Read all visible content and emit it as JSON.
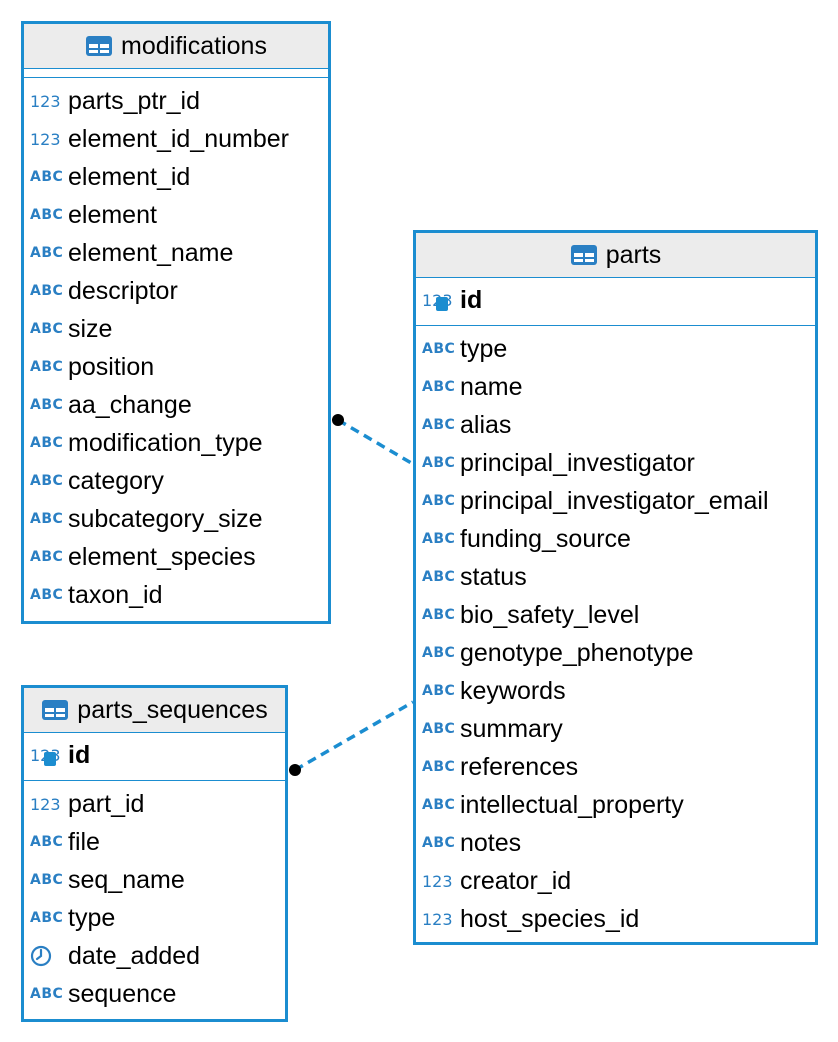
{
  "colors": {
    "border": "#1b8dd0",
    "header_bg": "#ececec",
    "icon": "#2a7fc3",
    "connector": "#1b8dd0"
  },
  "entities": {
    "modifications": {
      "title": "modifications",
      "pk": [],
      "fields": [
        {
          "name": "parts_ptr_id",
          "type": "number-icon",
          "icon_text": "123"
        },
        {
          "name": "element_id_number",
          "type": "number-icon",
          "icon_text": "123"
        },
        {
          "name": "element_id",
          "type": "text-icon",
          "icon_text": "ABC"
        },
        {
          "name": "element",
          "type": "text-icon",
          "icon_text": "ABC"
        },
        {
          "name": "element_name",
          "type": "text-icon",
          "icon_text": "ABC"
        },
        {
          "name": "descriptor",
          "type": "text-icon",
          "icon_text": "ABC"
        },
        {
          "name": "size",
          "type": "text-icon",
          "icon_text": "ABC"
        },
        {
          "name": "position",
          "type": "text-icon",
          "icon_text": "ABC"
        },
        {
          "name": "aa_change",
          "type": "text-icon",
          "icon_text": "ABC"
        },
        {
          "name": "modification_type",
          "type": "text-icon",
          "icon_text": "ABC"
        },
        {
          "name": "category",
          "type": "text-icon",
          "icon_text": "ABC"
        },
        {
          "name": "subcategory_size",
          "type": "text-icon",
          "icon_text": "ABC"
        },
        {
          "name": "element_species",
          "type": "text-icon",
          "icon_text": "ABC"
        },
        {
          "name": "taxon_id",
          "type": "text-icon",
          "icon_text": "ABC"
        }
      ]
    },
    "parts": {
      "title": "parts",
      "pk": [
        {
          "name": "id",
          "type": "primary-key-icon",
          "icon_text": "123"
        }
      ],
      "fields": [
        {
          "name": "type",
          "type": "text-icon",
          "icon_text": "ABC"
        },
        {
          "name": "name",
          "type": "text-icon",
          "icon_text": "ABC"
        },
        {
          "name": "alias",
          "type": "text-icon",
          "icon_text": "ABC"
        },
        {
          "name": "principal_investigator",
          "type": "text-icon",
          "icon_text": "ABC"
        },
        {
          "name": "principal_investigator_email",
          "type": "text-icon",
          "icon_text": "ABC"
        },
        {
          "name": "funding_source",
          "type": "text-icon",
          "icon_text": "ABC"
        },
        {
          "name": "status",
          "type": "text-icon",
          "icon_text": "ABC"
        },
        {
          "name": "bio_safety_level",
          "type": "text-icon",
          "icon_text": "ABC"
        },
        {
          "name": "genotype_phenotype",
          "type": "text-icon",
          "icon_text": "ABC"
        },
        {
          "name": "keywords",
          "type": "text-icon",
          "icon_text": "ABC"
        },
        {
          "name": "summary",
          "type": "text-icon",
          "icon_text": "ABC"
        },
        {
          "name": "references",
          "type": "text-icon",
          "icon_text": "ABC"
        },
        {
          "name": "intellectual_property",
          "type": "text-icon",
          "icon_text": "ABC"
        },
        {
          "name": "notes",
          "type": "text-icon",
          "icon_text": "ABC"
        },
        {
          "name": "creator_id",
          "type": "number-icon",
          "icon_text": "123"
        },
        {
          "name": "host_species_id",
          "type": "number-icon",
          "icon_text": "123"
        }
      ]
    },
    "parts_sequences": {
      "title": "parts_sequences",
      "pk": [
        {
          "name": "id",
          "type": "primary-key-icon",
          "icon_text": "123"
        }
      ],
      "fields": [
        {
          "name": "part_id",
          "type": "number-icon",
          "icon_text": "123"
        },
        {
          "name": "file",
          "type": "text-icon",
          "icon_text": "ABC"
        },
        {
          "name": "seq_name",
          "type": "text-icon",
          "icon_text": "ABC"
        },
        {
          "name": "type",
          "type": "text-icon",
          "icon_text": "ABC"
        },
        {
          "name": "date_added",
          "type": "clock-icon",
          "icon_text": ""
        },
        {
          "name": "sequence",
          "type": "text-icon",
          "icon_text": "ABC"
        }
      ]
    }
  }
}
